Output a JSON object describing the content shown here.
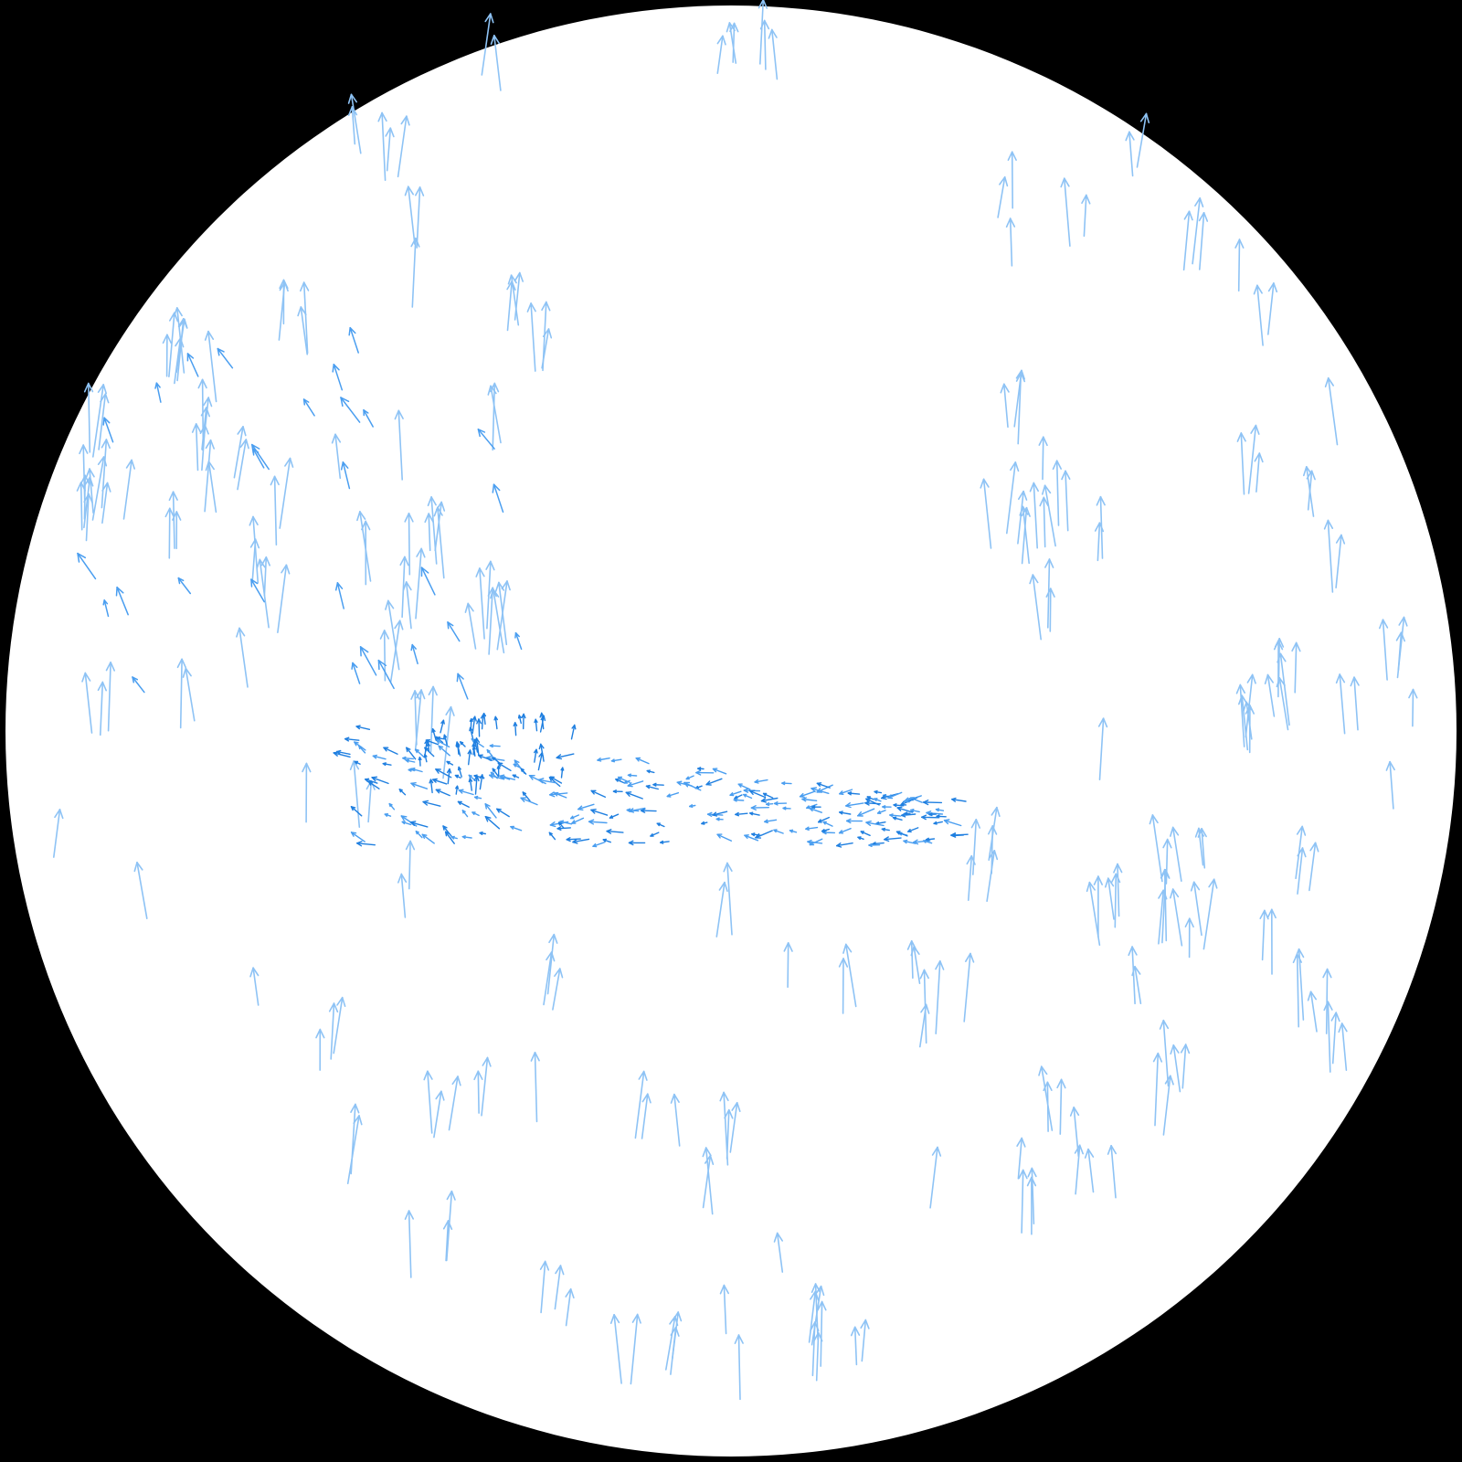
{
  "scene": {
    "description_kind": "optical-flow arrow field inside circular viewport",
    "background_color": "#000000",
    "disc_color": "#ffffff",
    "flow_colors": {
      "light": "#8ec3f5",
      "medium": "#4a9ef0",
      "dark": "#1f7fe0"
    },
    "motion_clusters": [
      {
        "region": "sparse-upper",
        "direction": "up",
        "strength": "long"
      },
      {
        "region": "center-band",
        "direction": "left",
        "strength": "short"
      },
      {
        "region": "lower-field",
        "direction": "up",
        "strength": "long"
      }
    ]
  }
}
